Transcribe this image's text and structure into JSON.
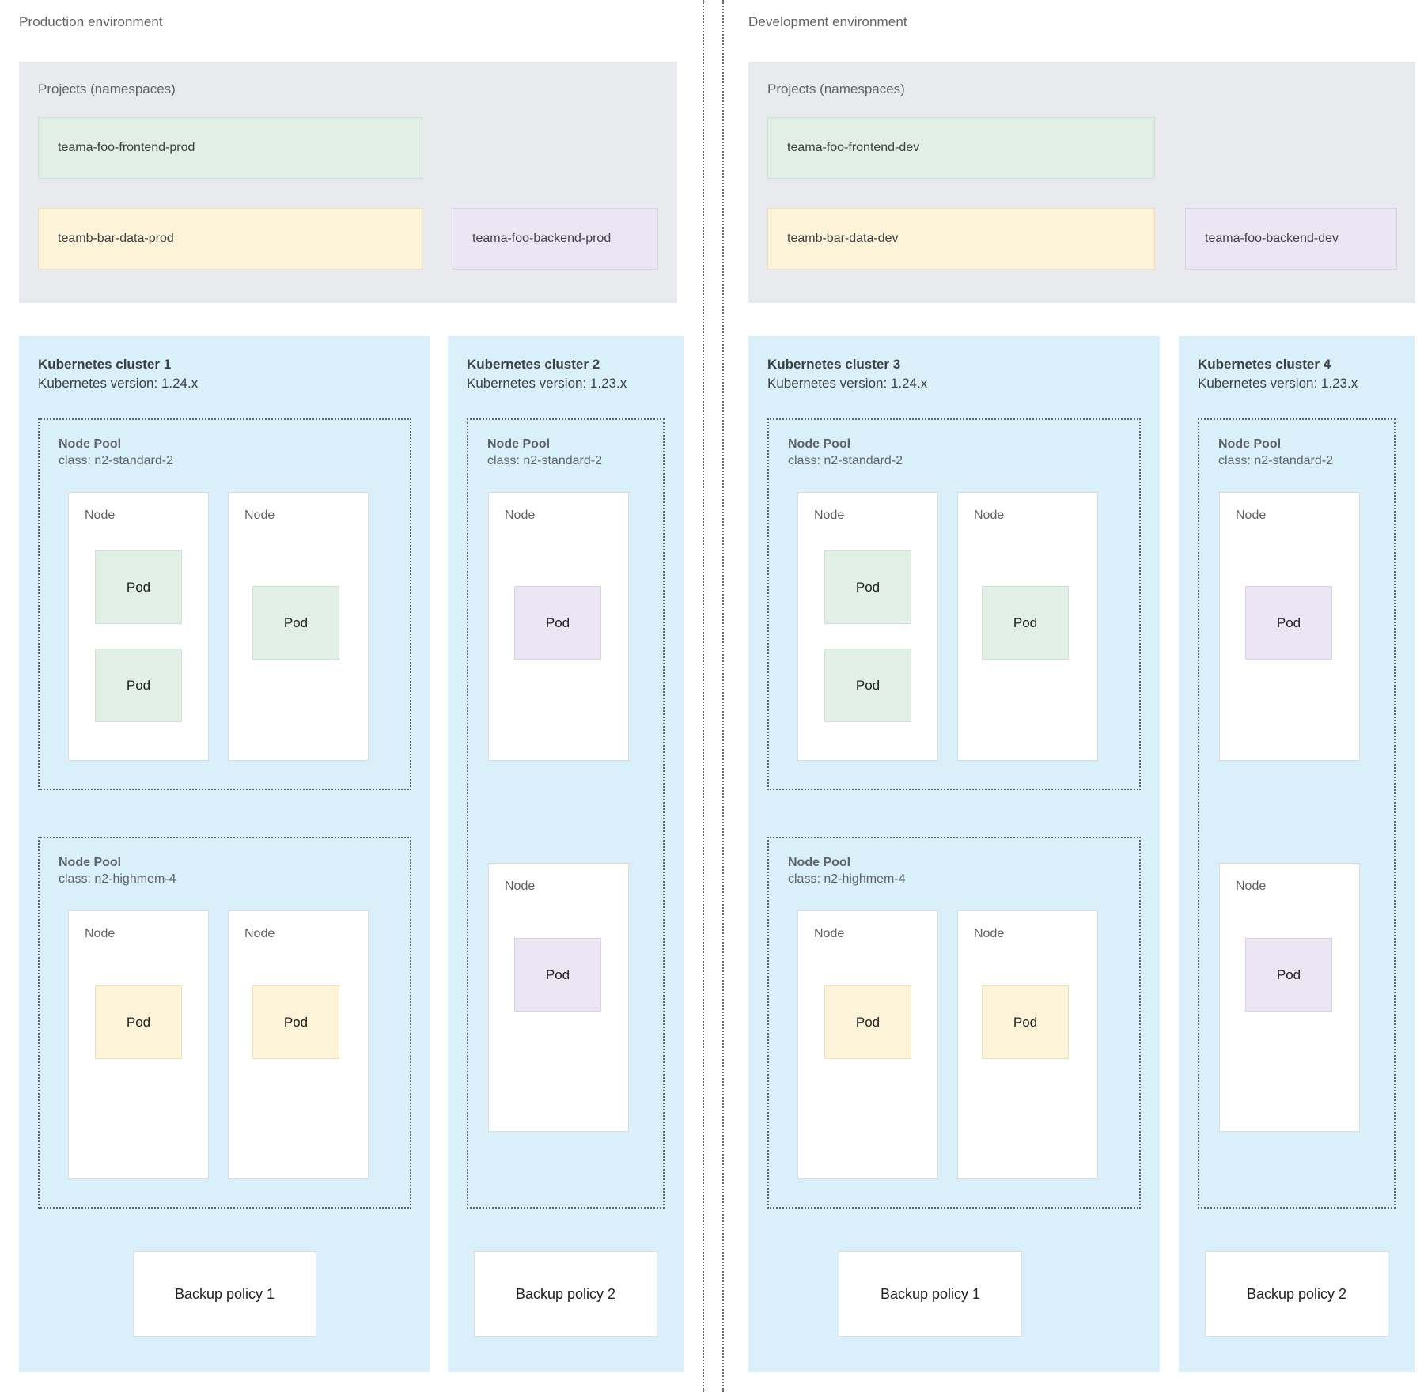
{
  "environments": [
    {
      "id": "production",
      "title": "Production environment",
      "projects": {
        "label": "Projects (namespaces)",
        "items": [
          {
            "name": "teama-foo-frontend-prod",
            "color": "green",
            "hex": "#e2efe6",
            "size": "wide",
            "row": 1
          },
          {
            "name": "teamb-bar-data-prod",
            "color": "yellow",
            "hex": "#fdf3d8",
            "size": "wide",
            "row": 2
          },
          {
            "name": "teama-foo-backend-prod",
            "color": "purple",
            "hex": "#ece6f4",
            "size": "narrow",
            "row": 2
          }
        ]
      },
      "clusters": [
        {
          "title": "Kubernetes cluster 1",
          "version": "Kubernetes version: 1.24.x",
          "backup_policy": "Backup policy 1",
          "node_pools": [
            {
              "title": "Node Pool",
              "class": "class: n2-standard-2",
              "nodes": [
                {
                  "label": "Node",
                  "pods": [
                    {
                      "label": "Pod",
                      "color": "green"
                    },
                    {
                      "label": "Pod",
                      "color": "green"
                    }
                  ]
                },
                {
                  "label": "Node",
                  "pods": [
                    {
                      "label": "Pod",
                      "color": "green"
                    }
                  ]
                }
              ]
            },
            {
              "title": "Node Pool",
              "class": "class: n2-highmem-4",
              "nodes": [
                {
                  "label": "Node",
                  "pods": [
                    {
                      "label": "Pod",
                      "color": "yellow"
                    }
                  ]
                },
                {
                  "label": "Node",
                  "pods": [
                    {
                      "label": "Pod",
                      "color": "yellow"
                    }
                  ]
                }
              ]
            }
          ]
        },
        {
          "title": "Kubernetes cluster 2",
          "version": "Kubernetes version: 1.23.x",
          "backup_policy": "Backup policy 2",
          "node_pools": [
            {
              "title": "Node Pool",
              "class": "class: n2-standard-2",
              "nodes": [
                {
                  "label": "Node",
                  "pods": [
                    {
                      "label": "Pod",
                      "color": "purple"
                    }
                  ]
                },
                {
                  "label": "Node",
                  "pods": [
                    {
                      "label": "Pod",
                      "color": "purple"
                    }
                  ]
                }
              ]
            }
          ]
        }
      ]
    },
    {
      "id": "development",
      "title": "Development environment",
      "projects": {
        "label": "Projects (namespaces)",
        "items": [
          {
            "name": "teama-foo-frontend-dev",
            "color": "green",
            "hex": "#e2efe6",
            "size": "wide",
            "row": 1
          },
          {
            "name": "teamb-bar-data-dev",
            "color": "yellow",
            "hex": "#fdf3d8",
            "size": "wide",
            "row": 2
          },
          {
            "name": "teama-foo-backend-dev",
            "color": "purple",
            "hex": "#ece6f4",
            "size": "narrow",
            "row": 2
          }
        ]
      },
      "clusters": [
        {
          "title": "Kubernetes cluster 3",
          "version": "Kubernetes version: 1.24.x",
          "backup_policy": "Backup policy 1",
          "node_pools": [
            {
              "title": "Node Pool",
              "class": "class: n2-standard-2",
              "nodes": [
                {
                  "label": "Node",
                  "pods": [
                    {
                      "label": "Pod",
                      "color": "green"
                    },
                    {
                      "label": "Pod",
                      "color": "green"
                    }
                  ]
                },
                {
                  "label": "Node",
                  "pods": [
                    {
                      "label": "Pod",
                      "color": "green"
                    }
                  ]
                }
              ]
            },
            {
              "title": "Node Pool",
              "class": "class: n2-highmem-4",
              "nodes": [
                {
                  "label": "Node",
                  "pods": [
                    {
                      "label": "Pod",
                      "color": "yellow"
                    }
                  ]
                },
                {
                  "label": "Node",
                  "pods": [
                    {
                      "label": "Pod",
                      "color": "yellow"
                    }
                  ]
                }
              ]
            }
          ]
        },
        {
          "title": "Kubernetes cluster 4",
          "version": "Kubernetes version: 1.23.x",
          "backup_policy": "Backup policy 2",
          "node_pools": [
            {
              "title": "Node Pool",
              "class": "class: n2-standard-2",
              "nodes": [
                {
                  "label": "Node",
                  "pods": [
                    {
                      "label": "Pod",
                      "color": "purple"
                    }
                  ]
                },
                {
                  "label": "Node",
                  "pods": [
                    {
                      "label": "Pod",
                      "color": "purple"
                    }
                  ]
                }
              ]
            }
          ]
        }
      ]
    }
  ],
  "palette": {
    "cluster_background": "#d9f0fb",
    "projects_background": "#e8eaed",
    "pod_green": "#e2efe6",
    "pod_yellow": "#fdf3d8",
    "pod_purple": "#ece6f4",
    "node_background": "#ffffff",
    "divider": "#6a6a6a",
    "text": "#3c4043",
    "muted_text": "#5f6368"
  }
}
